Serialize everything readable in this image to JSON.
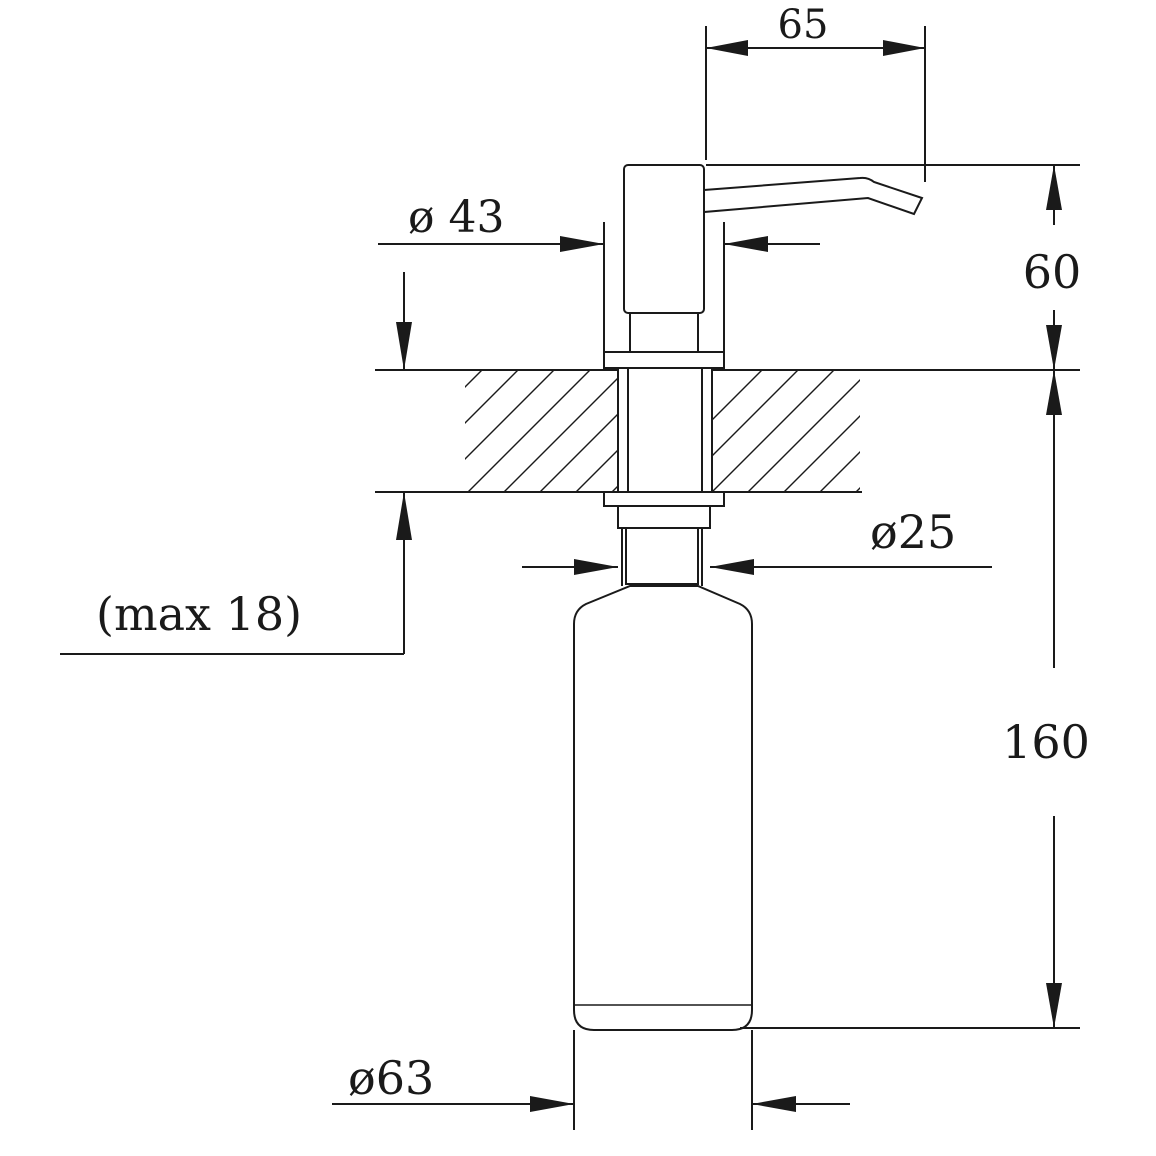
{
  "dimensions": {
    "spout_reach": "65",
    "head_diameter": "ø 43",
    "head_height": "60",
    "thread_diameter": "ø25",
    "max_thickness": "(max 18)",
    "bottle_height": "160",
    "bottle_diameter": "ø63"
  },
  "colors": {
    "line": "#1a1a1a",
    "background": "#ffffff"
  }
}
